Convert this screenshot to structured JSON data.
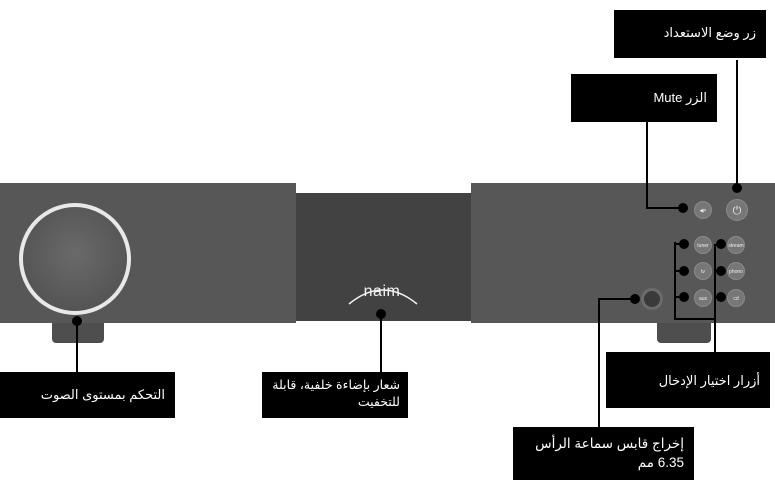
{
  "device": {
    "logo": "naim",
    "buttons": {
      "mute": "◀×",
      "standby": "⏻",
      "tuner": "tuner",
      "stream": "stream",
      "tv": "tv",
      "phono": "phono",
      "aux": "aux",
      "cd": "cd"
    }
  },
  "labels": {
    "standby": "زر وضع الاستعداد",
    "mute": "الزر Mute",
    "volume": "التحكم بمستوى الصوت",
    "logo": "شعار بإضاءة خلفية، قابلة للتخفيت",
    "inputs": "أزرار اختيار الإدخال",
    "headphone": "إخراج قابس سماعة الرأس 6.35 مم"
  }
}
